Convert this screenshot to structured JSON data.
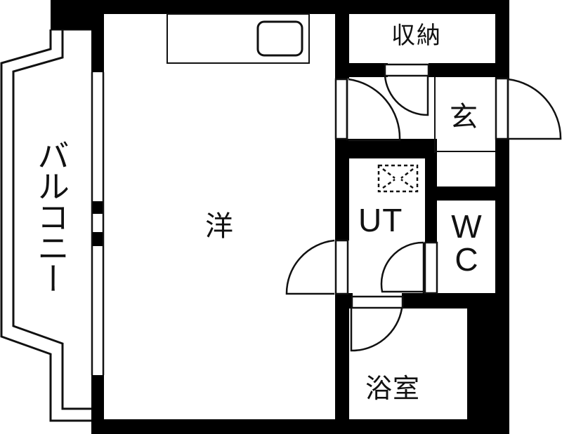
{
  "floor_plan": {
    "type": "1K apartment floor plan",
    "colors": {
      "wall": "#000000",
      "background": "#ffffff",
      "line": "#111111"
    },
    "rooms": {
      "western": {
        "label": "洋"
      },
      "storage": {
        "label": "収納"
      },
      "genkan": {
        "label": "玄"
      },
      "utility": {
        "label": "UT"
      },
      "toilet": {
        "label": "WC"
      },
      "bath": {
        "label": "浴室"
      },
      "balcony": {
        "label": "バルコニー"
      }
    },
    "fixtures": [
      {
        "name": "kitchen-counter",
        "description": "counter with sink"
      },
      {
        "name": "washer-space",
        "description": "dashed washing machine area"
      }
    ],
    "doors": [
      "front-door",
      "storage-door",
      "hall-door",
      "western-room-door",
      "wc-door",
      "bath-door"
    ]
  }
}
